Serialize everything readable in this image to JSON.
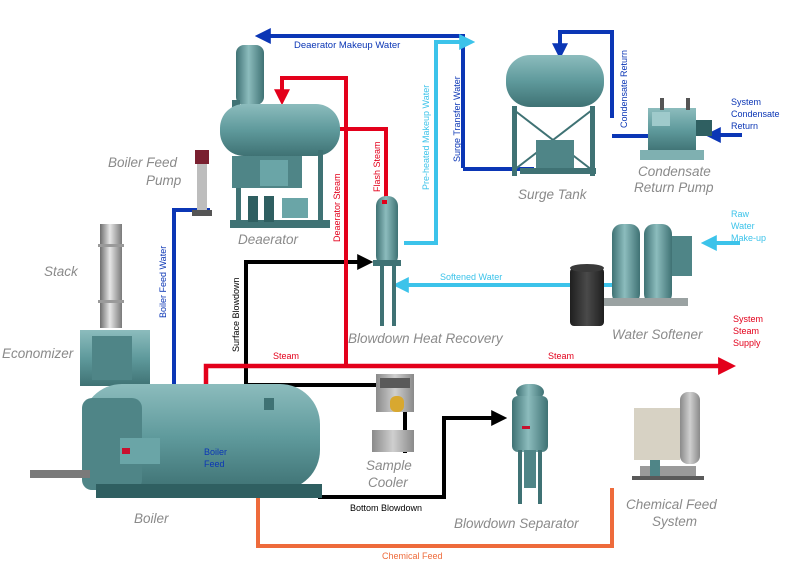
{
  "equipment": {
    "boiler_feed_pump": [
      "Boiler Feed",
      "Pump"
    ],
    "deaerator": "Deaerator",
    "stack": "Stack",
    "economizer": "Economizer",
    "boiler": "Boiler",
    "surge_tank": "Surge Tank",
    "condensate_return_pump": [
      "Condensate",
      "Return Pump"
    ],
    "water_softener": "Water Softener",
    "blowdown_heat_recovery": "Blowdown Heat Recovery",
    "sample_cooler": [
      "Sample",
      "Cooler"
    ],
    "blowdown_separator": "Blowdown Separator",
    "chemical_feed_system": [
      "Chemical Feed",
      "System"
    ]
  },
  "flows": {
    "deaerator_makeup_water": "Deaerator Makeup Water",
    "preheated_makeup_water": "Pre-heated Makeup Water",
    "surge_transfer_water": "Surge Transfer Water",
    "condensate_return": "Condensate Return",
    "system_condensate_return": [
      "System",
      "Condensate",
      "Return"
    ],
    "raw_water_makeup": [
      "Raw",
      "Water",
      "Make-up"
    ],
    "softened_water": "Softened Water",
    "flash_steam": "Flash Steam",
    "deaerator_steam": "Deaerator Steam",
    "boiler_feed_water": "Boiler Feed Water",
    "surface_blowdown": "Surface Blowdown",
    "steam_left": "Steam",
    "steam_right": "Steam",
    "system_steam_supply": [
      "System",
      "Steam",
      "Supply"
    ],
    "boiler_feed": [
      "Boiler",
      "Feed"
    ],
    "bottom_blowdown": "Bottom Blowdown",
    "chemical_feed": "Chemical Feed"
  },
  "colors": {
    "blue": "#0b36b5",
    "light_blue": "#3cc3ea",
    "red": "#e3001b",
    "black": "#000000",
    "orange": "#ee6b3b",
    "equipment_teal": "#5f9a9c",
    "label_gray": "#8a8a8a"
  }
}
